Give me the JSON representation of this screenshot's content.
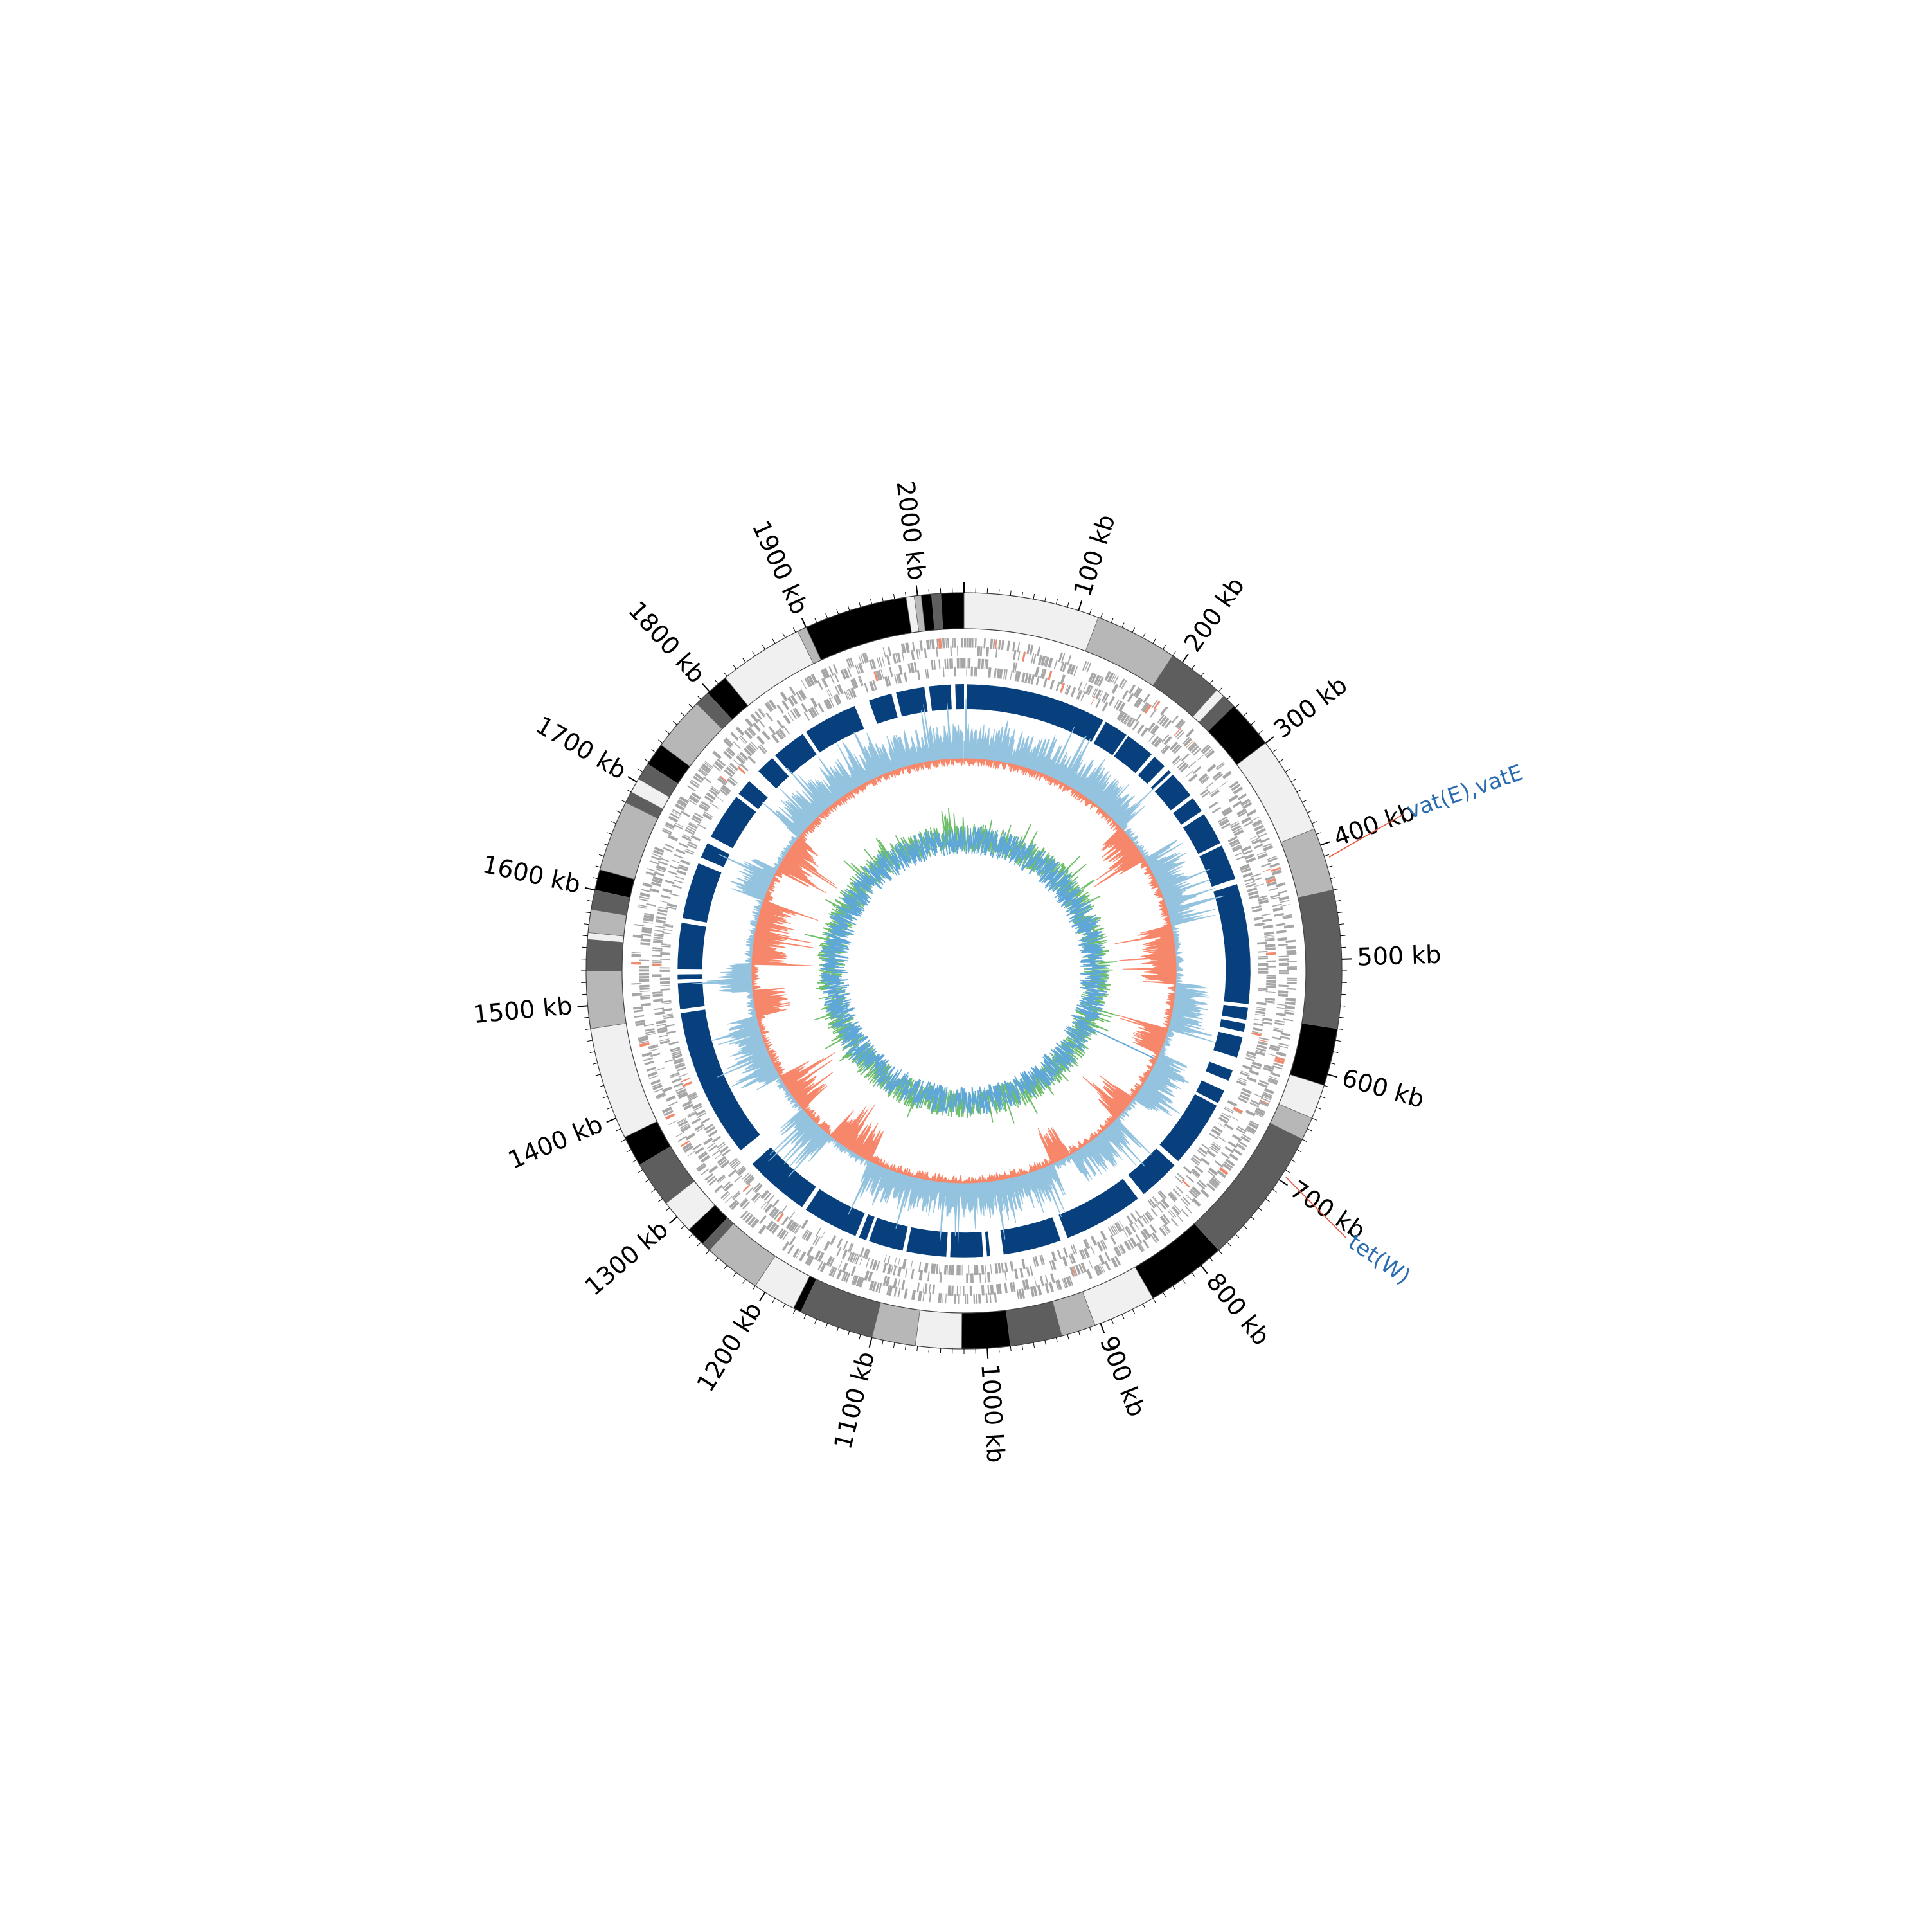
{
  "genome": {
    "unit": "kb",
    "total_length_kb": 2040
  },
  "tick_labels": [
    "100 kb",
    "200 kb",
    "300 kb",
    "400 kb",
    "500 kb",
    "600 kb",
    "700 kb",
    "800 kb",
    "900 kb",
    "1000 kb",
    "1100 kb",
    "1200 kb",
    "1300 kb",
    "1400 kb",
    "1500 kb",
    "1600 kb",
    "1700 kb",
    "1800 kb",
    "1900 kb",
    "2000 kb"
  ],
  "tick_positions_kb": [
    100,
    200,
    300,
    400,
    500,
    600,
    700,
    800,
    900,
    1000,
    1100,
    1200,
    1300,
    1400,
    1500,
    1600,
    1700,
    1800,
    1900,
    2000
  ],
  "annotations": [
    {
      "label": "vat(E),vatE",
      "position_kb": 412,
      "color": "#2b6cb0",
      "line_color": "#e8573f"
    },
    {
      "label": "tet(W)",
      "position_kb": 695,
      "color": "#2b6cb0",
      "line_color": "#e8573f"
    }
  ],
  "contig_colors": [
    "#f0f0f0",
    "#b7b7b7",
    "#5e5e5e",
    "#000000"
  ],
  "track_colors": {
    "cds": "#a6a6a6",
    "cds_highlight": "#f08a6e",
    "blast": "#08407d",
    "gc_content_pos": "#93c3df",
    "gc_content_neg": "#f7876a",
    "gc_skew_pos": "#6fbf6a",
    "gc_skew_neg": "#5fa7d9"
  }
}
